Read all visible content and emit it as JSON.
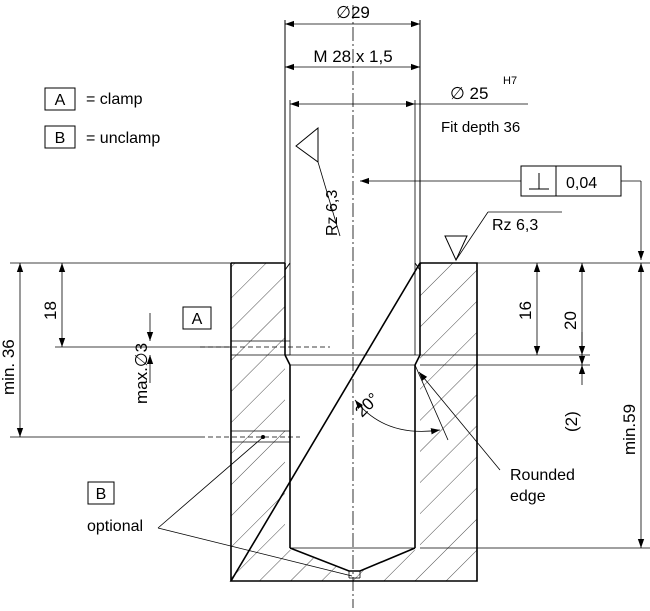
{
  "legend": {
    "clamp": {
      "box": "A",
      "text": "= clamp"
    },
    "unclamp": {
      "box": "B",
      "text": "= unclamp"
    }
  },
  "dimensions": {
    "dia_outer": "29",
    "thread": "M 28 x 1,5",
    "dia_fit": "25",
    "fit_tol": "H7",
    "fit_depth": "Fit depth 36",
    "perp_tol": "0,04",
    "rz_bore": "Rz 6,3",
    "rz_top": "Rz  6,3",
    "d18": "18",
    "min36": "min. 36",
    "max3": "max.",
    "dia3": "3",
    "d16": "16",
    "d20": "20",
    "d2": "(2)",
    "min59": "min.59",
    "angle": "20°"
  },
  "labels": {
    "port_a": "A",
    "port_b": "B",
    "rounded1": "Rounded",
    "rounded2": "edge",
    "optional": "optional"
  }
}
